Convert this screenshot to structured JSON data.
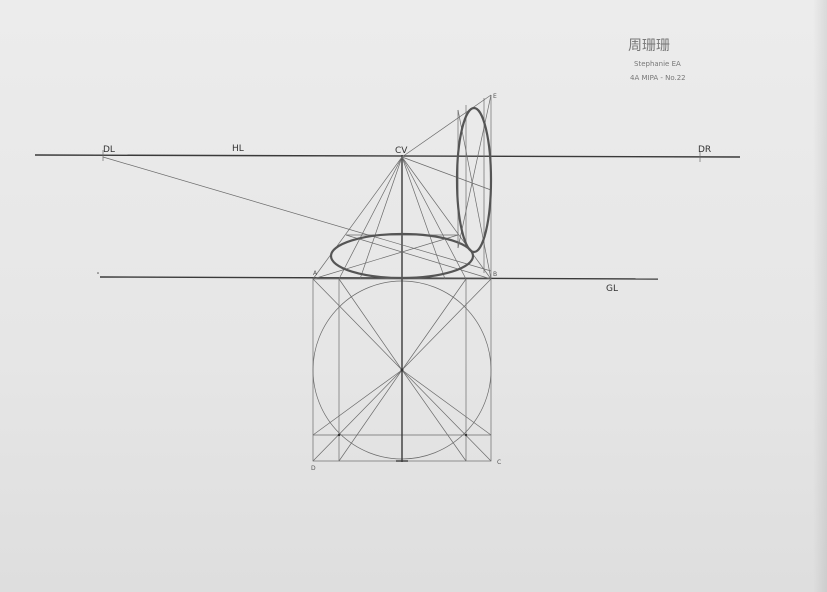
{
  "signature": {
    "name_cn": "周珊珊",
    "name_en": "Stephanie EA",
    "class_line": "4A MIPA - No.22"
  },
  "labels": {
    "dl": "DL",
    "hl": "HL",
    "cv": "CV",
    "dr": "DR",
    "gl": "GL",
    "a": "A",
    "b": "B",
    "c": "C",
    "d": "D",
    "e": "E"
  },
  "colors": {
    "paper": "#e8e8e8",
    "pencil": "#555555"
  }
}
